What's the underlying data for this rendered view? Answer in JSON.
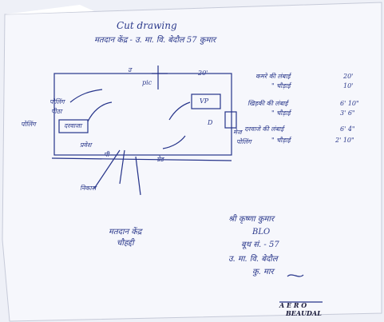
{
  "document": {
    "title": "Cut drawing",
    "subtitle": "मतदान केंद्र - उ. मा. वि. बेदौल 57 कुमार",
    "plan": {
      "north_marker": "उ",
      "room_label": "VP",
      "labels": {
        "top_room_mark": "pic",
        "top_dim": "20'",
        "bottom_dim": "ग्रेड",
        "left_cluster_1": "पोलिंग",
        "left_cluster_2": "पीठा",
        "left_mark": "पोलिंग",
        "left_side": "दरवाजा",
        "entry_1": "प्रवेश",
        "entry_2": "पी",
        "exit_mark": "निकास",
        "right_mark": "पोलिंग",
        "door_mark": "D",
        "right_box": "मेज"
      }
    },
    "dimensions": [
      {
        "label": "कमरे की लंबाई",
        "value": "20'"
      },
      {
        "label": "\" चौड़ाई",
        "value": "10'"
      },
      {
        "label": "खिड़की की लंबाई",
        "value": "6' 10\""
      },
      {
        "label": "\" चौड़ाई",
        "value": "3' 6\""
      },
      {
        "label": "दरवाजे की लंबाई",
        "value": "6' 4\""
      },
      {
        "label": "\" चौड़ाई",
        "value": "2' 10\""
      }
    ],
    "left_note": [
      "मतदान केंद्र",
      "चौहद्दी"
    ],
    "signature_block": {
      "name": "श्री कृष्णा कुमार",
      "designation": "BLO",
      "booth": "बूथ सं. - 57",
      "school": "उ. मा. वि. बेदौल",
      "place": "कु. मार"
    },
    "stamp": {
      "line1": "A E R O",
      "line2": "BEAUDAL"
    }
  }
}
